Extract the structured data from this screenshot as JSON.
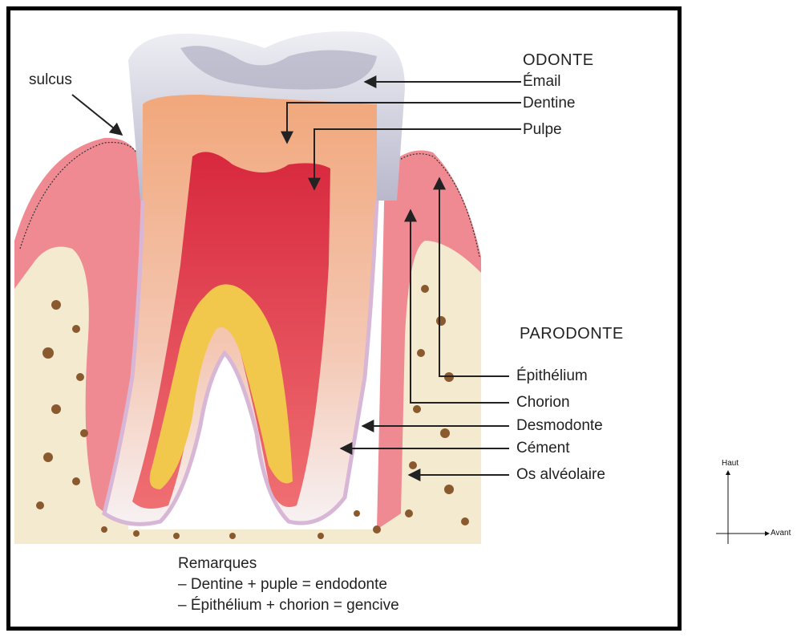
{
  "labels": {
    "sulcus": "sulcus",
    "odonte_heading": "ODONTE",
    "email": "Émail",
    "dentine": "Dentine",
    "pulpe": "Pulpe",
    "parodonte_heading": "PARODONTE",
    "epithelium": "Épithélium",
    "chorion": "Chorion",
    "desmodonte": "Desmodonte",
    "cement": "Cément",
    "os_alveolaire": "Os alvéolaire"
  },
  "remarks": {
    "title": "Remarques",
    "line1": "– Dentine + puple = endodonte",
    "line2": "– Épithélium + chorion = gencive"
  },
  "orientation": {
    "up_label": "Haut",
    "forward_label": "Avant"
  },
  "colors": {
    "enamel": "#c9c7d6",
    "dentine": "#eeae86",
    "pulp": "#e4404f",
    "gum": "#ef8a93",
    "bone": "#f4ead0",
    "root_canal": "#f2c84c",
    "arrow": "#222222"
  }
}
